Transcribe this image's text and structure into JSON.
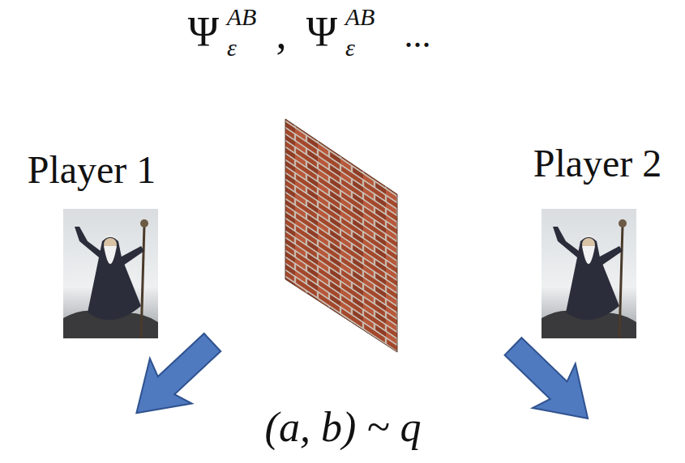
{
  "diagram": {
    "labels": [
      "Ψ",
      "AB",
      "ε",
      ",",
      "Ψ",
      "AB",
      "ε",
      "...",
      "Player 1",
      "Player 2",
      "(a, b) ~ q"
    ]
  }
}
